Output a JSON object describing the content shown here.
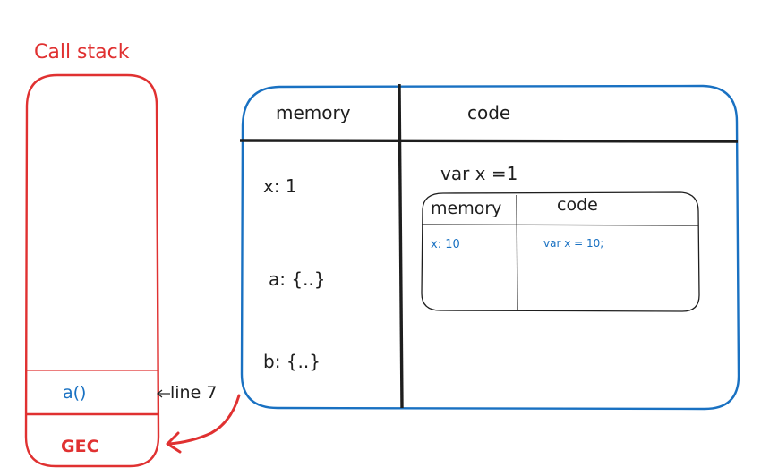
{
  "call_stack": {
    "title": "Call stack",
    "frames": [
      "a()",
      "GEC"
    ],
    "pointer_label": "line 7"
  },
  "global_context": {
    "memory_header": "memory",
    "code_header": "code",
    "memory_items": [
      "x: 1",
      "a: {..}",
      "b: {..}"
    ],
    "code_line": "var x =1"
  },
  "function_context": {
    "memory_header": "memory",
    "code_header": "code",
    "memory_item": "x: 10",
    "code_line": "var x = 10;"
  },
  "colors": {
    "call_stack": "#e03131",
    "context_box": "#1971c2",
    "ink": "#1e1e1e",
    "inner_values": "#1971c2"
  }
}
